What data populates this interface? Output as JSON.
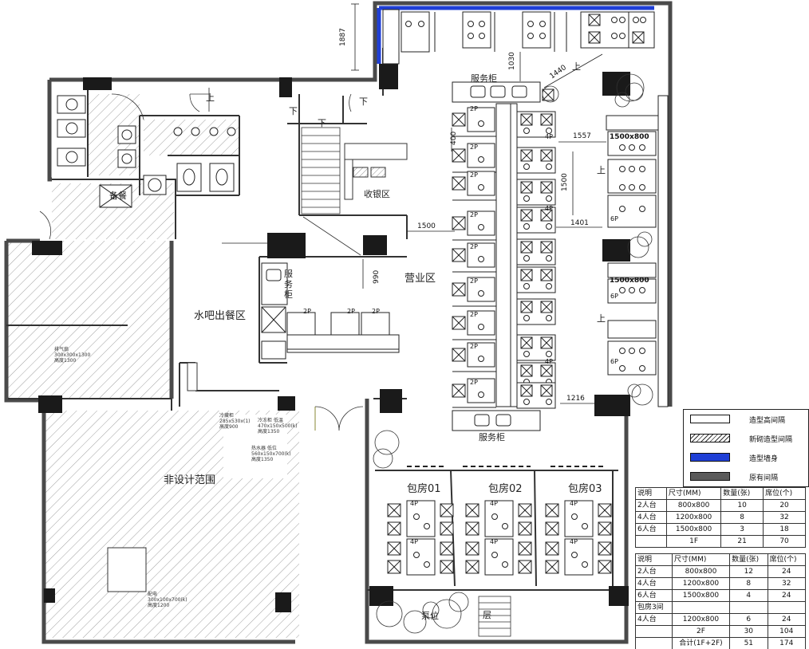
{
  "labels": {
    "service_cabinet_top": "服务柜",
    "service_cabinet_bottom": "服务柜",
    "service_cabinet_mid": "服\n务\n柜",
    "cashier": "收银区",
    "business_area": "营业区",
    "water_bar": "水吧出餐区",
    "non_design": "非设计范围",
    "private_room_1": "包房01",
    "private_room_2": "包房02",
    "private_room_3": "包房03",
    "pantry": "备餐",
    "kitchen": "泵位",
    "up_1": "上",
    "up_2": "上",
    "up_3": "上",
    "up_4": "上",
    "down_1": "下",
    "down_2": "下",
    "down_3": "下",
    "tier": "层"
  },
  "dimensions": {
    "d1887": "1887",
    "d1030": "1030",
    "d1440": "1440",
    "d1557": "1557",
    "d400": "400",
    "d1500v": "1500",
    "d1500h": "1500",
    "d1401": "1401",
    "d990": "990",
    "d1216": "1216",
    "size_a": "1500x800",
    "size_b": "1500x800"
  },
  "table_tags": [
    "2P",
    "2P",
    "2P",
    "2P",
    "2P",
    "2P",
    "2P",
    "2P",
    "2P",
    "4P",
    "4P",
    "4P",
    "6P",
    "6P",
    "6P",
    "4P",
    "4P",
    "4P",
    "4P",
    "4P",
    "4P",
    "2P",
    "2P",
    "2P"
  ],
  "notes": {
    "equip_1": "排气扇\n300x300x1300\n高度1300",
    "equip_2": "冷藏柜\n285x530x(1)\n高度900",
    "equip_3": "冷冻柜 低温\n470x150x500(k)\n高度1350",
    "equip_4": "热水器 低位\n560x150x700(k)\n高度1350",
    "equip_5": "配电\n300x100x700(k)\n高度1200"
  },
  "legend": [
    {
      "label": "造型高间隔",
      "fill": "#ffffff"
    },
    {
      "label": "新砌造型间隔",
      "fill": "hatch"
    },
    {
      "label": "造型墙身",
      "fill": "#1f3fd6"
    },
    {
      "label": "原有间隔",
      "fill": "#5a5a5a"
    }
  ],
  "table_1f": {
    "headers": [
      "说明",
      "尺寸(MM)",
      "数量(张)",
      "席位(个)"
    ],
    "rows": [
      [
        "2人台",
        "800x800",
        "10",
        "20"
      ],
      [
        "4人台",
        "1200x800",
        "8",
        "32"
      ],
      [
        "6人台",
        "1500x800",
        "3",
        "18"
      ],
      [
        "",
        "1F",
        "21",
        "70"
      ]
    ]
  },
  "table_2f": {
    "headers": [
      "说明",
      "尺寸(MM)",
      "数量(张)",
      "席位(个)"
    ],
    "rows": [
      [
        "2人台",
        "800x800",
        "12",
        "24"
      ],
      [
        "4人台",
        "1200x800",
        "8",
        "32"
      ],
      [
        "6人台",
        "1500x800",
        "4",
        "24"
      ],
      [
        "包房3间",
        "",
        "",
        ""
      ],
      [
        "4人台",
        "1200x800",
        "6",
        "24"
      ],
      [
        "",
        "2F",
        "30",
        "104"
      ],
      [
        "",
        "合计(1F+2F)",
        "51",
        "174"
      ]
    ]
  }
}
